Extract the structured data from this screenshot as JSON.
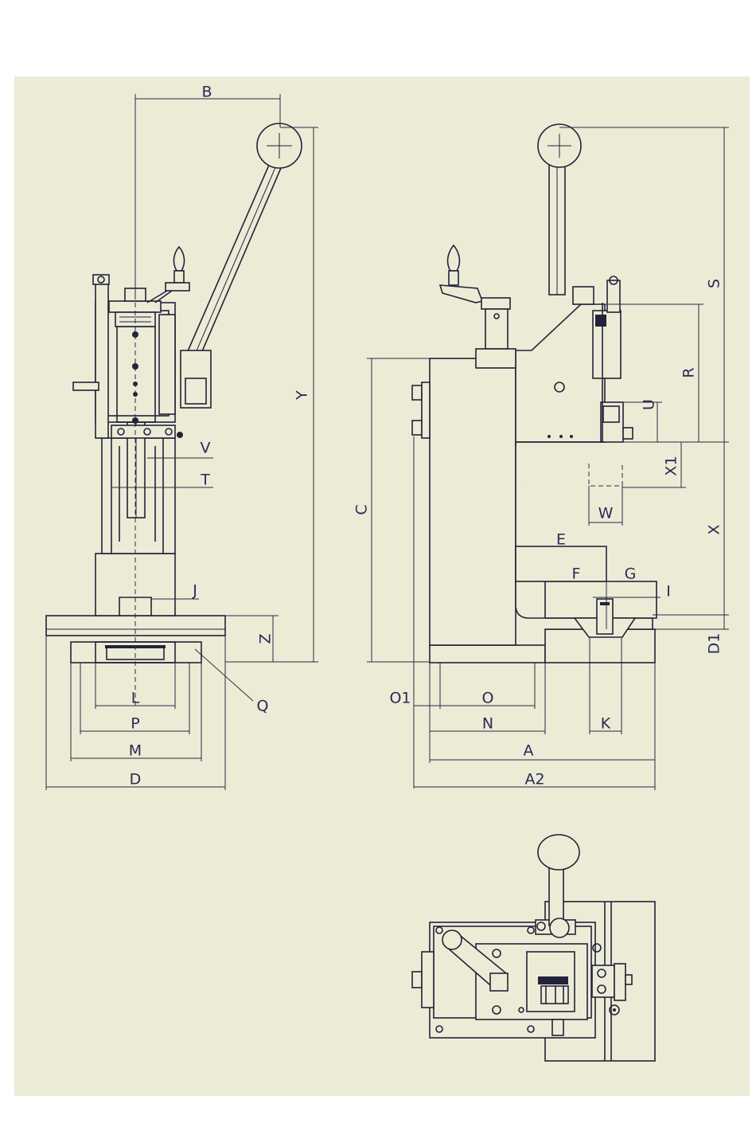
{
  "labels": {
    "B": "B",
    "Y": "Y",
    "V": "V",
    "T": "T",
    "J": "J",
    "Z": "Z",
    "Q": "Q",
    "L": "L",
    "P": "P",
    "M": "M",
    "D": "D",
    "S": "S",
    "R": "R",
    "U": "U",
    "X1": "X1",
    "W": "W",
    "C": "C",
    "X": "X",
    "E": "E",
    "F": "F",
    "G": "G",
    "I": "I",
    "D1": "D1",
    "O1": "O1",
    "O": "O",
    "N": "N",
    "K": "K",
    "A": "A",
    "A2": "A2"
  }
}
